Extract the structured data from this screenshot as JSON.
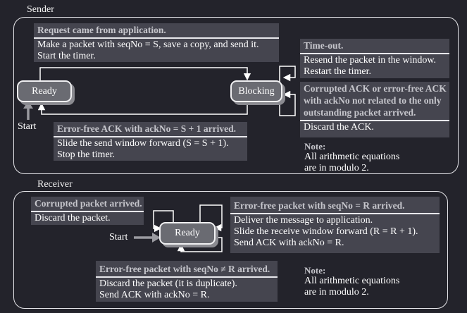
{
  "sender": {
    "title": "Sender",
    "states": {
      "ready": "Ready",
      "blocking": "Blocking"
    },
    "start_label": "Start",
    "request_box": {
      "header": "Request came from application.",
      "lines": [
        "Make a packet with seqNo = S, save a copy, and send it.",
        "Start the timer."
      ]
    },
    "timeout_box": {
      "header": "Time-out.",
      "lines": [
        "Resend the packet in the window.",
        "Restart the timer."
      ]
    },
    "corrupted_box": {
      "header_lines": [
        "Corrupted ACK or error-free ACK",
        "with ackNo not related to the only",
        "outstanding packet arrived."
      ],
      "lines": [
        "Discard the ACK."
      ]
    },
    "ack_box": {
      "header": "Error-free ACK with ackNo = S + 1 arrived.",
      "lines": [
        "Slide the send window forward (S = S + 1).",
        "Stop the timer."
      ]
    },
    "note": {
      "title": "Note:",
      "lines": [
        "All arithmetic equations",
        "are in modulo 2."
      ]
    }
  },
  "receiver": {
    "title": "Receiver",
    "states": {
      "ready": "Ready"
    },
    "start_label": "Start",
    "corrupted_box": {
      "header": "Corrupted packet arrived.",
      "lines": [
        "Discard the packet."
      ]
    },
    "errorfree_box": {
      "header": "Error-free packet with seqNo = R arrived.",
      "lines": [
        "Deliver the message to application.",
        "Slide the receive window forward  (R = R + 1).",
        "Send ACK with ackNo = R."
      ]
    },
    "duplicate_box": {
      "header": "Error-free packet with seqNo ≠ R arrived.",
      "lines": [
        "Discard the packet (it is duplicate).",
        "Send ACK with ackNo = R."
      ]
    },
    "note": {
      "title": "Note:",
      "lines": [
        "All arithmetic equations",
        "are in modulo 2."
      ]
    }
  },
  "colors": {
    "background": "#23232b",
    "box_fill": "#45454f",
    "state_fill": "#6a6b72",
    "header_text": "#c6c6cc",
    "lines": "#ffffff"
  }
}
